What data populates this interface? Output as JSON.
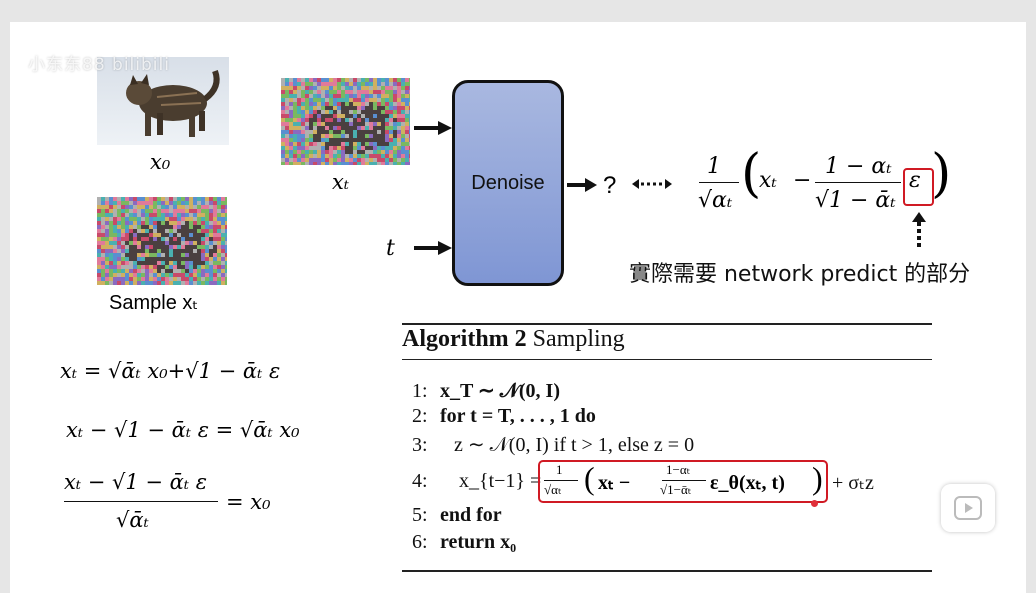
{
  "watermark": "小东东88 bilibili",
  "images": {
    "x0_label": "x₀",
    "xt_label": "xₜ",
    "sample_label": "Sample xₜ"
  },
  "diagram": {
    "t_label": "t",
    "denoise_label": "Denoise",
    "question": "?",
    "annotation": "實際需要 network predict 的部分"
  },
  "formula_top": {
    "num1": "1",
    "den1": "√αₜ",
    "xt": "xₜ",
    "minus": "−",
    "num2": "1 − αₜ",
    "den2": "√1 − ᾱₜ",
    "eps": "ε"
  },
  "equations": {
    "eq1": "xₜ = √ᾱₜ x₀+√1 − ᾱₜ ε",
    "eq2": "xₜ − √1 − ᾱₜ ε = √ᾱₜ x₀",
    "eq3_num": "xₜ − √1 − ᾱₜ ε",
    "eq3_den": "√ᾱₜ",
    "eq3_rhs": "= x₀"
  },
  "algorithm": {
    "title_bold": "Algorithm 2",
    "title_rest": " Sampling",
    "lines": [
      {
        "n": "1:",
        "text": "x_T ∼ 𝒩(0, I)"
      },
      {
        "n": "2:",
        "text": "for t = T, . . . , 1 do"
      },
      {
        "n": "3:",
        "text": "z ∼ 𝒩(0, I) if t > 1, else z = 0"
      },
      {
        "n": "4:",
        "lhs": "x_{t−1} =",
        "frac_num": "1",
        "frac_den": "√αₜ",
        "inner": "xₜ −",
        "inner_num": "1−αₜ",
        "inner_den": "√1−ᾱₜ",
        "eps": "ε_θ(xₜ, t)",
        "tail": "+ σₜz"
      },
      {
        "n": "5:",
        "text": "end for"
      },
      {
        "n": "6:",
        "text": "return x₀"
      }
    ]
  }
}
